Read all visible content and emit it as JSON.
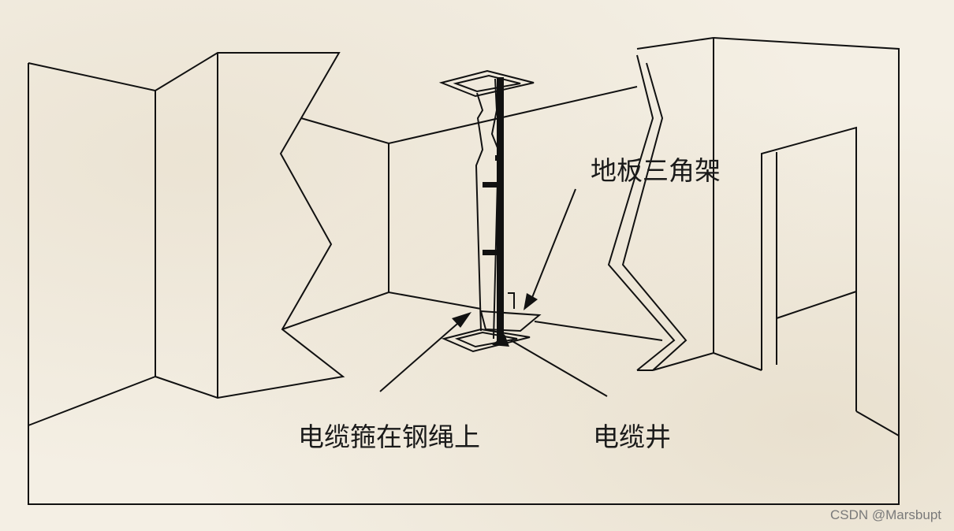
{
  "labels": {
    "floor_bracket": "地板三角架",
    "cable_hoop_on_wire_rope": "电缆箍在钢绳上",
    "cable_shaft": "电缆井"
  },
  "watermark": "CSDN @Marsbupt",
  "colors": {
    "line": "#111111",
    "background": "#f4efe4",
    "watermark": "#7a7a7a"
  }
}
